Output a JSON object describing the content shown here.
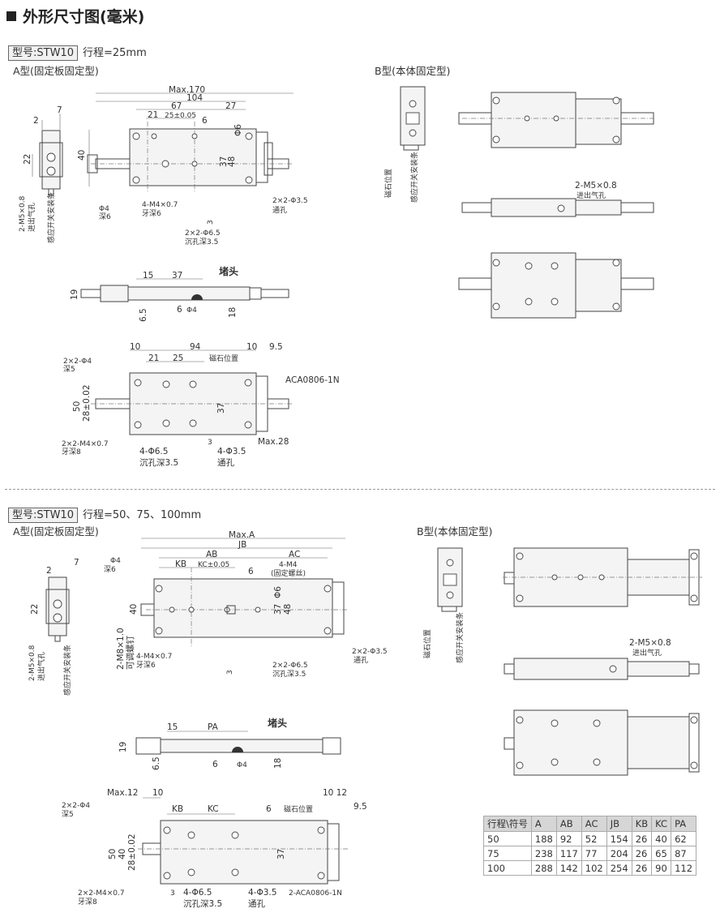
{
  "header": {
    "title": "外形尺寸图(毫米)"
  },
  "section1": {
    "model": "型号:STW10",
    "stroke": "行程=25mm",
    "typeA": "A型(固定板固定型)",
    "typeB": "B型(本体固定型)"
  },
  "section2": {
    "model": "型号:STW10",
    "stroke": "行程=50、75、100mm",
    "typeA": "A型(固定板固定型)",
    "typeB": "B型(本体固定型)"
  },
  "dims1": {
    "max170": "Max.170",
    "d104": "104",
    "d67": "67",
    "d27": "27",
    "d21": "21",
    "d25": "25±0.05",
    "d6": "6",
    "d37": "37",
    "d48": "48",
    "d40": "40",
    "phi6": "Φ6",
    "d7": "7",
    "d2": "2",
    "d22": "22",
    "m5": "2-M5×0.8",
    "inlet": "进出气孔",
    "sensor": "感应开关安装条",
    "phi4": "Φ4",
    "deep6": "深6",
    "m4": "4-M4×0.7",
    "tooth6": "牙深6",
    "d3": "3",
    "phi65": "2×2-Φ6.5",
    "sink35": "沉孔深3.5",
    "phi35": "2×2-Φ3.5",
    "through": "通孔",
    "magnet": "磁石位置",
    "m5b": "2-M5×0.8",
    "inletb": "进出气孔",
    "sensorb": "感应开关安装条",
    "side15": "15",
    "side37": "37",
    "plug": "堵头",
    "d19": "19",
    "d65": "6.5",
    "side6": "6",
    "d18": "18",
    "phi4b": "Φ4",
    "b10": "10",
    "b94": "94",
    "b10b": "10",
    "b95": "9.5",
    "b21": "21",
    "b25": "25",
    "bmag": "磁石位置",
    "aca": "ACA0806-1N",
    "b50": "50",
    "b28": "28±0.02",
    "b37": "37",
    "bphi4": "2×2-Φ4",
    "bdeep5": "深5",
    "bm4": "2×2-M4×0.7",
    "btooth8": "牙深8",
    "b4phi65": "4-Φ6.5",
    "bsink": "沉孔深3.5",
    "b4phi35": "4-Φ3.5",
    "bthrough": "通孔",
    "max28": "Max.28",
    "b3": "3"
  },
  "dims2": {
    "maxA": "Max.A",
    "jb": "JB",
    "ab": "AB",
    "ac": "AC",
    "kb": "KB",
    "kc": "KC±0.05",
    "phi4": "Φ4",
    "deep6": "深6",
    "m4": "4-M4",
    "fix": "(固定螺丝)",
    "d6": "6",
    "phi6": "Φ6",
    "d37": "37",
    "d48": "48",
    "d40": "40",
    "m8": "2-M8×1.0",
    "screw": "可调螺钉",
    "m47": "4-M4×0.7",
    "tooth6": "牙深6",
    "d3": "3",
    "phi65": "2×2-Φ6.5",
    "sink": "沉孔深3.5",
    "phi35": "2×2-Φ3.5",
    "through": "通孔",
    "d7": "7",
    "d2": "2",
    "d22": "22",
    "m5": "2-M5×0.8",
    "inlet": "进出气孔",
    "sensor": "感应开关安装条",
    "magnet": "磁石位置",
    "sensorb": "感应开关安装条",
    "m5b": "2-M5×0.8",
    "inletb": "进出气孔",
    "s15": "15",
    "spa": "PA",
    "plug": "堵头",
    "s19": "19",
    "s65": "6.5",
    "s6": "6",
    "s18": "18",
    "sphi4": "Φ4",
    "max12": "Max.12",
    "b10": "10",
    "b1012": "10 12",
    "bkb": "KB",
    "bkc": "KC",
    "b6": "6",
    "bmag": "磁石位置",
    "b95": "9.5",
    "bphi4": "2×2-Φ4",
    "bdeep5": "深5",
    "b50": "50",
    "b40": "40",
    "b28": "28±0.02",
    "b37": "37",
    "bm4": "2×2-M4×0.7",
    "btooth8": "牙深8",
    "b4phi65": "4-Φ6.5",
    "bsink": "沉孔深3.5",
    "bphi35": "4-Φ3.5",
    "bthrough": "通孔",
    "baca": "2-ACA0806-1N",
    "b3": "3"
  },
  "table": {
    "headers": [
      "行程\\符号",
      "A",
      "AB",
      "AC",
      "JB",
      "KB",
      "KC",
      "PA"
    ],
    "rows": [
      [
        "50",
        "188",
        "92",
        "52",
        "154",
        "26",
        "40",
        "62"
      ],
      [
        "75",
        "238",
        "117",
        "77",
        "204",
        "26",
        "65",
        "87"
      ],
      [
        "100",
        "288",
        "142",
        "102",
        "254",
        "26",
        "90",
        "112"
      ]
    ]
  }
}
